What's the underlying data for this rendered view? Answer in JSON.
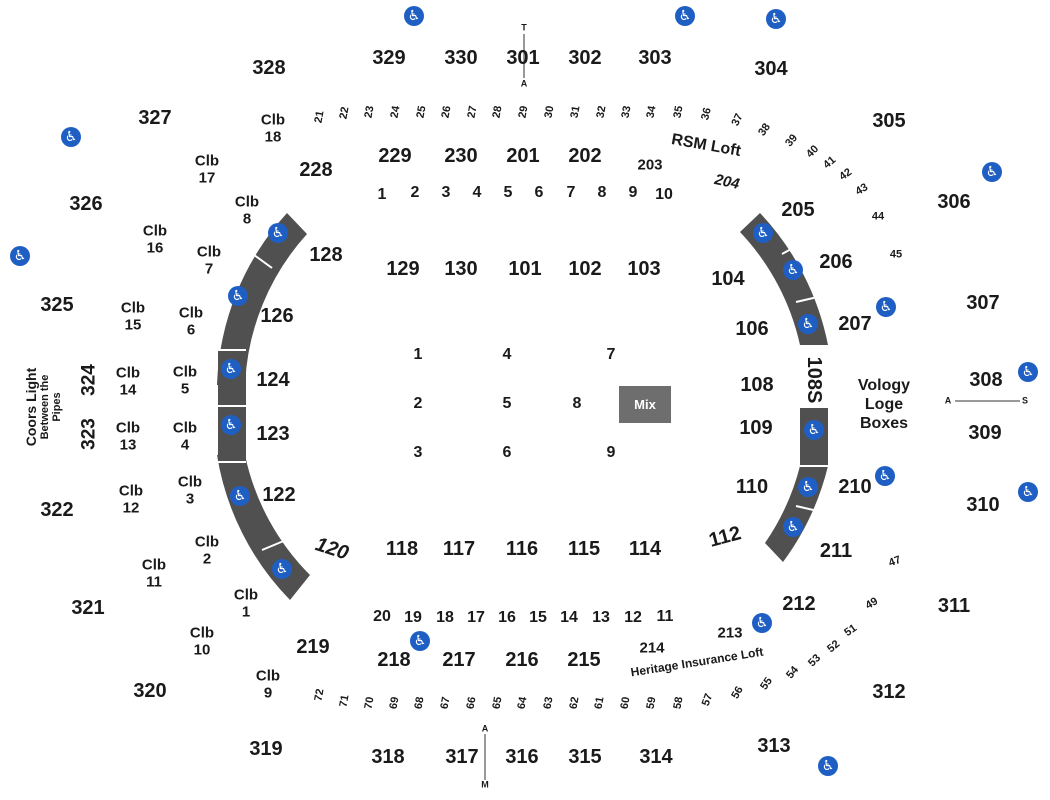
{
  "sections_300": [
    "328",
    "329",
    "330",
    "301",
    "302",
    "303",
    "304",
    "305",
    "306",
    "307",
    "308",
    "309",
    "310",
    "311",
    "312",
    "313",
    "314",
    "315",
    "316",
    "317",
    "318",
    "319",
    "320",
    "321",
    "322",
    "323",
    "324",
    "325",
    "326",
    "327"
  ],
  "sections_200": [
    "229",
    "230",
    "201",
    "202",
    "203",
    "204",
    "205",
    "206",
    "207",
    "210",
    "211",
    "212",
    "213",
    "214",
    "215",
    "216",
    "217",
    "218",
    "219",
    "228"
  ],
  "sections_100": [
    "129",
    "130",
    "101",
    "102",
    "103",
    "104",
    "106",
    "108",
    "108S",
    "109",
    "110",
    "112",
    "114",
    "115",
    "116",
    "117",
    "118",
    "120",
    "122",
    "123",
    "124",
    "126",
    "128"
  ],
  "top_row_numbers": [
    "21",
    "22",
    "23",
    "24",
    "25",
    "26",
    "27",
    "28",
    "29",
    "30",
    "31",
    "32",
    "33",
    "34",
    "35",
    "36",
    "37",
    "38",
    "39",
    "40",
    "41",
    "42",
    "43",
    "44",
    "45"
  ],
  "bottom_row_numbers": [
    "72",
    "71",
    "70",
    "69",
    "68",
    "67",
    "66",
    "65",
    "64",
    "63",
    "62",
    "61",
    "60",
    "59",
    "58",
    "57",
    "56",
    "55",
    "54",
    "53",
    "52",
    "51",
    "49",
    "47"
  ],
  "upper_suites": [
    "1",
    "2",
    "3",
    "4",
    "5",
    "6",
    "7",
    "8",
    "9",
    "10"
  ],
  "lower_suites": [
    "20",
    "19",
    "18",
    "17",
    "16",
    "15",
    "14",
    "13",
    "12",
    "11"
  ],
  "floor_boxes": [
    "1",
    "2",
    "3",
    "4",
    "5",
    "6",
    "7",
    "8",
    "9"
  ],
  "clubs": [
    {
      "word": "Clb",
      "num": "18"
    },
    {
      "word": "Clb",
      "num": "17"
    },
    {
      "word": "Clb",
      "num": "16"
    },
    {
      "word": "Clb",
      "num": "15"
    },
    {
      "word": "Clb",
      "num": "14"
    },
    {
      "word": "Clb",
      "num": "13"
    },
    {
      "word": "Clb",
      "num": "12"
    },
    {
      "word": "Clb",
      "num": "11"
    },
    {
      "word": "Clb",
      "num": "10"
    },
    {
      "word": "Clb",
      "num": "9"
    },
    {
      "word": "Clb",
      "num": "8"
    },
    {
      "word": "Clb",
      "num": "7"
    },
    {
      "word": "Clb",
      "num": "6"
    },
    {
      "word": "Clb",
      "num": "5"
    },
    {
      "word": "Clb",
      "num": "4"
    },
    {
      "word": "Clb",
      "num": "3"
    },
    {
      "word": "Clb",
      "num": "2"
    },
    {
      "word": "Clb",
      "num": "1"
    }
  ],
  "mix_label": "Mix",
  "rsm_loft": "RSM Loft",
  "heritage_loft": "Heritage Insurance Loft",
  "coors_light": {
    "line1": "Coors Light",
    "line2": "Between the",
    "line3": "Pipes"
  },
  "vology": {
    "line1": "Vology",
    "line2": "Loge",
    "line3": "Boxes"
  },
  "compass": {
    "top_upper": "T",
    "top_lower": "A",
    "bottom_upper": "A",
    "bottom_lower": "M",
    "right_left": "A",
    "right_right": "S"
  },
  "accessibility_icon": "wheelchair-icon",
  "colors": {
    "concourse": "#505050",
    "accessibility": "#1f5fc4",
    "mix": "#6e6e6e",
    "text": "#1a1a1a"
  }
}
